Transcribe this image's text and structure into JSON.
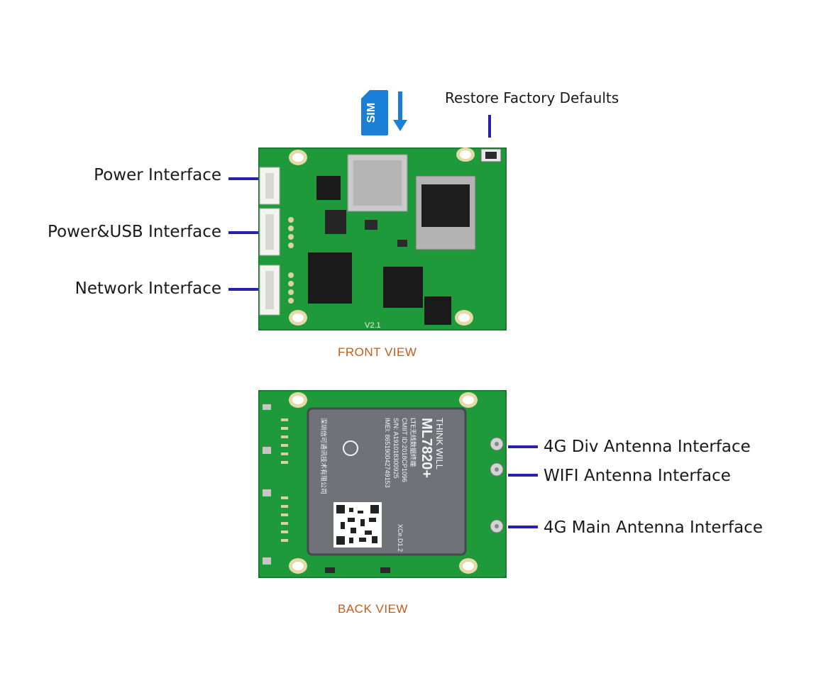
{
  "sim_card": {
    "label": "SIM"
  },
  "front": {
    "view_label": "FRONT VIEW",
    "restore_label": "Restore Factory Defaults",
    "left_labels": [
      "Power Interface",
      "Power&USB Interface",
      "Network Interface"
    ],
    "board_silkscreen": "V2.1"
  },
  "back": {
    "view_label": "BACK VIEW",
    "right_labels": [
      "4G Div Antenna Interface",
      "WIFI Antenna Interface",
      "4G Main Antenna Interface"
    ],
    "module": {
      "brand": "THINK WILL",
      "model": "ML7820+",
      "line1": "LTE无线数据终端",
      "line2": "CMIIT ID:2018CP1096",
      "line3": "S/N: A191018300925",
      "line4": "IMEI: 865190042749153",
      "maker": "深圳信可通讯技术有限公司",
      "version": "XCe.D1.2"
    }
  },
  "colors": {
    "pcb": "#1f9a3a",
    "pcb_dark": "#14722a",
    "leader": "#2a1fb0",
    "view_text": "#c45a1c",
    "sim_blue": "#1a7fd6"
  }
}
